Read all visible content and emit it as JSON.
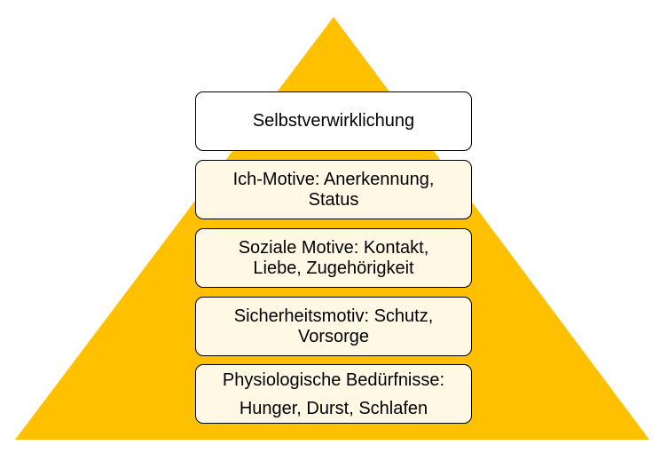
{
  "colors": {
    "pyramid_fill": "#FFC000",
    "top_box_fill": "#FFFFFF",
    "box_fill": "#FFF8E5",
    "box_border": "#000000"
  },
  "levels": [
    {
      "lines": [
        "Selbstverwirklichung"
      ]
    },
    {
      "lines": [
        "Ich-Motive: Anerkennung,",
        "Status"
      ]
    },
    {
      "lines": [
        "Soziale Motive: Kontakt,",
        "Liebe, Zugehörigkeit"
      ]
    },
    {
      "lines": [
        "Sicherheitsmotiv: Schutz,",
        "Vorsorge"
      ]
    },
    {
      "lines": [
        "Physiologische Bedürfnisse:",
        "Hunger, Durst, Schlafen"
      ]
    }
  ]
}
